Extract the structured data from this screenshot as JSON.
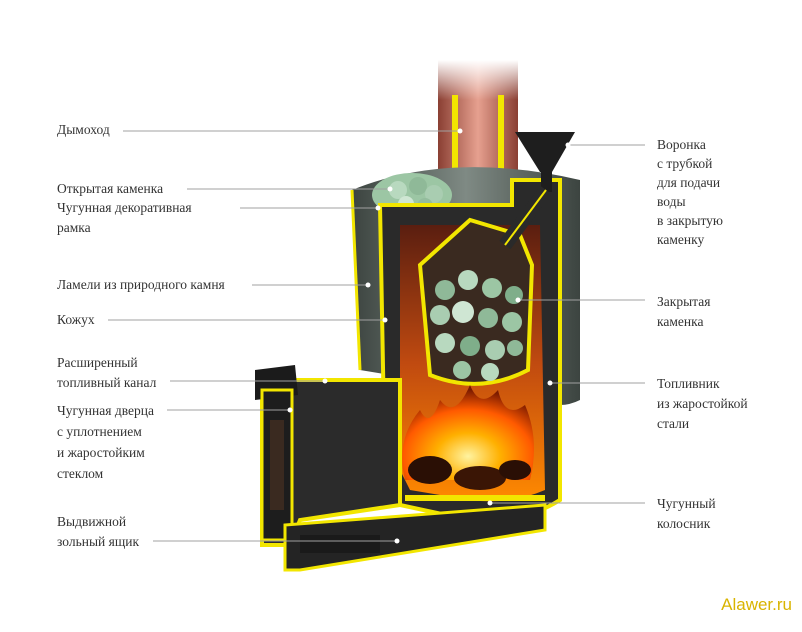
{
  "labels_left": [
    {
      "id": "chimney",
      "text": "Дымоход"
    },
    {
      "id": "open-heater",
      "text": "Открытая каменка"
    },
    {
      "id": "cast-iron-frame",
      "text": "Чугунная декоративная\nрамка"
    },
    {
      "id": "stone-lamellas",
      "text": "Ламели из природного камня"
    },
    {
      "id": "casing",
      "text": "Кожух"
    },
    {
      "id": "fuel-channel",
      "text": "Расширенный\nтопливный канал"
    },
    {
      "id": "cast-iron-door",
      "text": "Чугунная дверца\nс уплотнением\nи жаростойким\nстеклом"
    },
    {
      "id": "ash-drawer",
      "text": "Выдвижной\nзольный ящик"
    }
  ],
  "labels_right": [
    {
      "id": "water-funnel",
      "text": "Воронка\nс трубкой\nдля подачи\nводы\nв закрытую\nкаменку"
    },
    {
      "id": "closed-heater",
      "text": "Закрытая\nкаменка"
    },
    {
      "id": "firebox",
      "text": "Топливник\nиз жаростойкой\nстали"
    },
    {
      "id": "grate",
      "text": "Чугунный\nколосник"
    }
  ],
  "watermark": "Alawer.ru",
  "colors": {
    "accent_yellow": "#f2e600",
    "steel_dark": "#2a2a2a",
    "fire": "#ff7a00",
    "stone": "#7fae8a",
    "chimney_pink": "#d98a7a",
    "leader_line": "#9a9a9a"
  }
}
